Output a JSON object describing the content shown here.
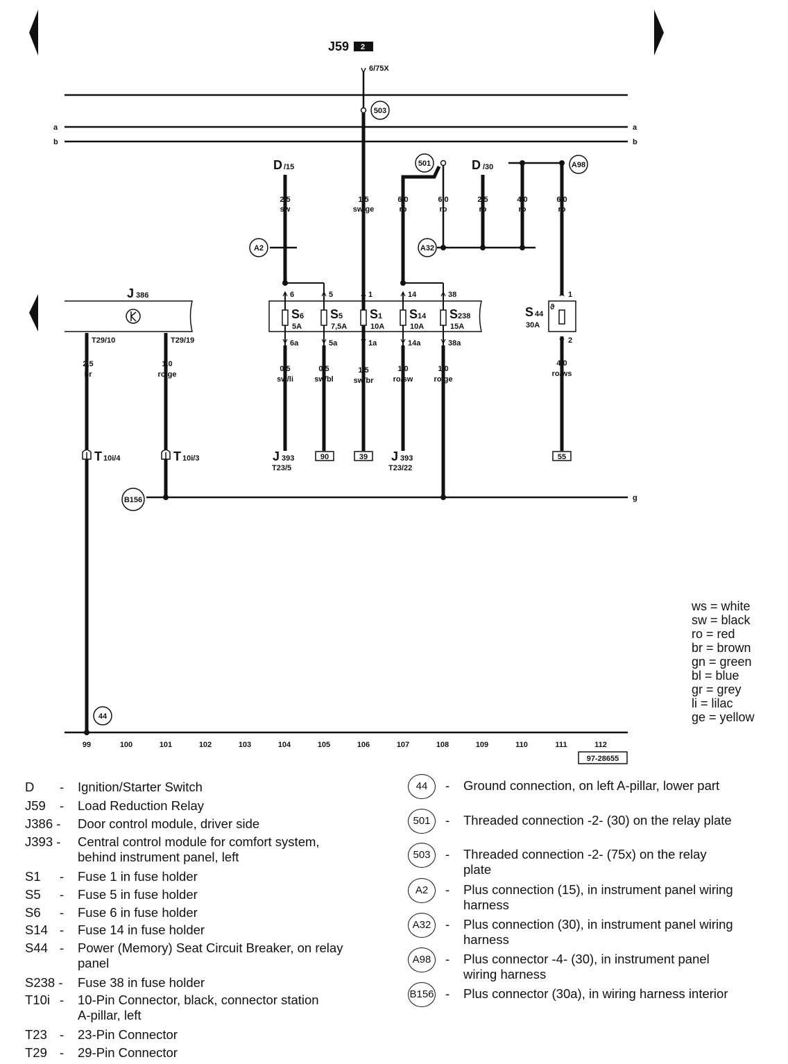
{
  "header": {
    "relay": "J59",
    "relay_box": "2",
    "terminal": "6/75X"
  },
  "buses": {
    "a": "a",
    "b": "b",
    "g": "g"
  },
  "connectors": {
    "c503": "503",
    "c501": "501",
    "a98": "A98",
    "a2": "A2",
    "a32": "A32",
    "b156": "B156",
    "c44": "44"
  },
  "switch_labels": {
    "d15_main": "D",
    "d15_sub": "/15",
    "d30_main": "D",
    "d30_sub": "/30"
  },
  "module": {
    "name_main": "J",
    "name_sub": "386",
    "pin_left": "T29/10",
    "pin_right": "T29/19"
  },
  "wires": {
    "w104_top": [
      "2,5",
      "sw"
    ],
    "w106_top": [
      "1,5",
      "sw/ge"
    ],
    "w107_top": [
      "6,0",
      "ro"
    ],
    "w108_top": [
      "6,0",
      "ro"
    ],
    "w109_top": [
      "2,5",
      "ro"
    ],
    "w110_top": [
      "4,0",
      "ro"
    ],
    "w111_top": [
      "6,0",
      "ro"
    ],
    "w99": [
      "2,5",
      "br"
    ],
    "w101": [
      "1,0",
      "ro/ge"
    ],
    "w104_bot": [
      "0,5",
      "sw/li"
    ],
    "w105_bot": [
      "0,5",
      "sw/bl"
    ],
    "w106_bot": [
      "1,5",
      "sw/br"
    ],
    "w107_bot": [
      "1,0",
      "ro/sw"
    ],
    "w108_bot": [
      "1,0",
      "ro/ge"
    ],
    "w111_bot": [
      "4,0",
      "ro/ws"
    ]
  },
  "fuses": [
    {
      "name": "S",
      "sub": "6",
      "rating": "5A",
      "in_pin": "6",
      "out_pin": "6a"
    },
    {
      "name": "S",
      "sub": "5",
      "rating": "7,5A",
      "in_pin": "5",
      "out_pin": "5a"
    },
    {
      "name": "S",
      "sub": "1",
      "rating": "10A",
      "in_pin": "1",
      "out_pin": "1a"
    },
    {
      "name": "S",
      "sub": "14",
      "rating": "10A",
      "in_pin": "14",
      "out_pin": "14a"
    },
    {
      "name": "S",
      "sub": "238",
      "rating": "15A",
      "in_pin": "38",
      "out_pin": "38a"
    }
  ],
  "breaker": {
    "name": "S",
    "sub": "44",
    "rating": "30A",
    "in_pin": "1",
    "out_pin": "2",
    "symbol": "ϑ"
  },
  "t10": {
    "left_main": "T",
    "left_sub": "10i/4",
    "right_main": "T",
    "right_sub": "10i/3"
  },
  "ends": {
    "j393a_main": "J",
    "j393a_sub": "393",
    "j393a_pin": "T23/5",
    "box90": "90",
    "box39": "39",
    "j393b_main": "J",
    "j393b_sub": "393",
    "j393b_pin": "T23/22",
    "box55": "55"
  },
  "positions": [
    "99",
    "100",
    "101",
    "102",
    "103",
    "104",
    "105",
    "106",
    "107",
    "108",
    "109",
    "110",
    "111",
    "112"
  ],
  "ref_code": "97-28655",
  "color_key": [
    "ws = white",
    "sw = black",
    "ro = red",
    "br = brown",
    "gn = green",
    "bl = blue",
    "gr = grey",
    "li = lilac",
    "ge = yellow"
  ],
  "legend_left": [
    {
      "code": "D",
      "desc": "Ignition/Starter Switch"
    },
    {
      "code": "J59",
      "desc": "Load Reduction Relay"
    },
    {
      "code": "J386 -",
      "desc": "Door control module, driver side"
    },
    {
      "code": "J393 -",
      "desc": "Central control module for comfort system,\nbehind instrument panel, left"
    },
    {
      "code": "S1",
      "desc": "Fuse 1 in fuse holder"
    },
    {
      "code": "S5",
      "desc": "Fuse 5 in fuse holder"
    },
    {
      "code": "S6",
      "desc": "Fuse 6 in fuse holder"
    },
    {
      "code": "S14",
      "desc": "Fuse 14 in fuse holder"
    },
    {
      "code": "S44",
      "desc": "Power (Memory) Seat Circuit Breaker, on relay\npanel"
    },
    {
      "code": "S238 -",
      "desc": "Fuse 38 in fuse holder"
    },
    {
      "code": "T10i",
      "desc": "10-Pin Connector, black, connector station\nA-pillar, left"
    },
    {
      "code": "T23",
      "desc": "23-Pin Connector"
    },
    {
      "code": "T29",
      "desc": "29-Pin Connector"
    }
  ],
  "legend_right": [
    {
      "circle": "44",
      "desc": "Ground connection, on left A-pillar, lower part"
    },
    {
      "circle": "501",
      "desc": "Threaded connection -2- (30) on the relay plate"
    },
    {
      "circle": "503",
      "desc": "Threaded connection -2- (75x) on the relay\nplate"
    },
    {
      "circle": "A2",
      "desc": "Plus connection (15), in instrument panel wiring\nharness"
    },
    {
      "circle": "A32",
      "desc": "Plus connection (30), in instrument panel wiring\nharness"
    },
    {
      "circle": "A98",
      "desc": "Plus connector -4- (30), in instrument panel\nwiring harness"
    },
    {
      "circle": "B156",
      "desc": "Plus connector (30a), in wiring harness interior"
    }
  ]
}
